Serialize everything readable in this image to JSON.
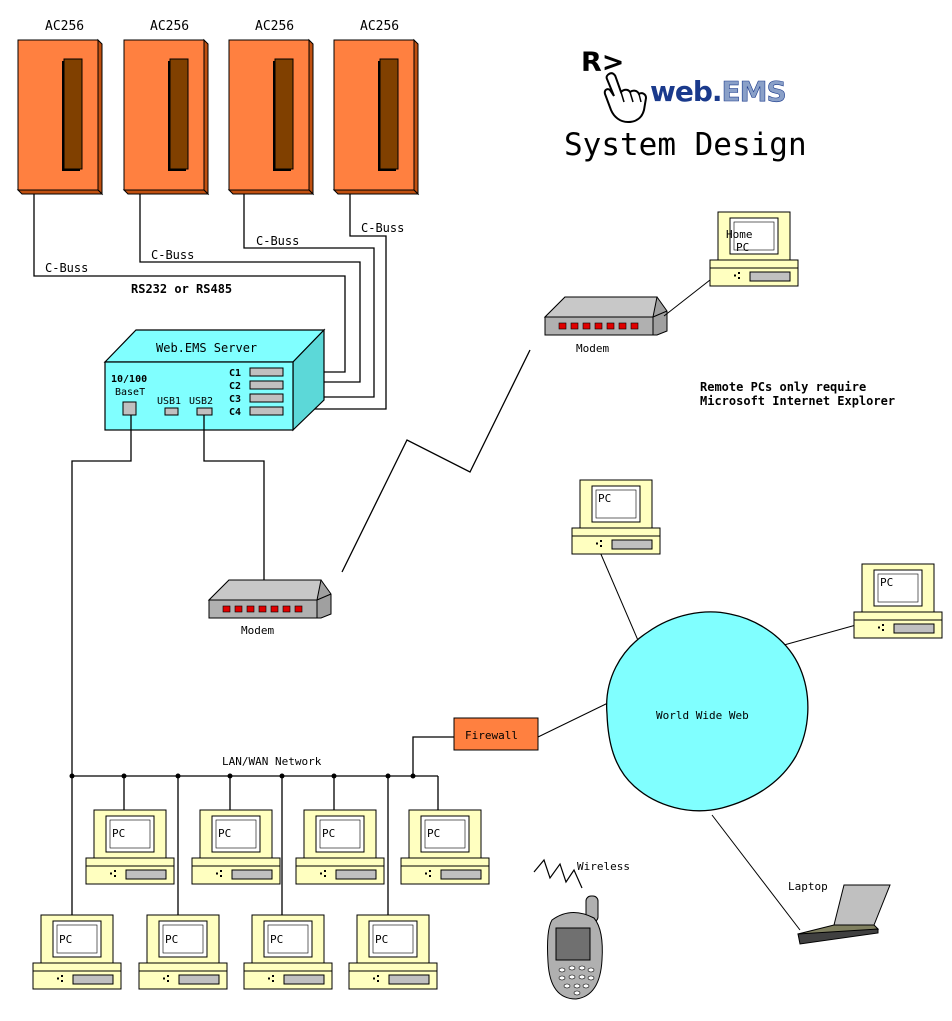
{
  "title": "System Design",
  "logo": {
    "prompt": "R>",
    "brand_a": "web.",
    "brand_b": "EMS"
  },
  "ac_units": [
    {
      "label": "AC256",
      "buss": "C-Buss"
    },
    {
      "label": "AC256",
      "buss": "C-Buss"
    },
    {
      "label": "AC256",
      "buss": "C-Buss"
    },
    {
      "label": "AC256",
      "buss": "C-Buss"
    }
  ],
  "serial_label": "RS232 or RS485",
  "server": {
    "title": "Web.EMS Server",
    "ports": [
      "C1",
      "C2",
      "C3",
      "C4"
    ],
    "usb1": "USB1",
    "usb2": "USB2",
    "eth_line1": "10/100",
    "eth_line2": "BaseT"
  },
  "modem_label": "Modem",
  "home_pc": {
    "line1": "Home",
    "line2": "PC"
  },
  "remote_note": [
    "Remote PCs only require",
    "Microsoft Internet Explorer"
  ],
  "pc_label": "PC",
  "www_label": "World Wide Web",
  "firewall_label": "Firewall",
  "lan_label": "LAN/WAN Network",
  "wireless_label": "Wireless",
  "laptop_label": "Laptop",
  "colors": {
    "orange": "#ff8040",
    "cyan": "#80ffff",
    "dark_slot": "#804000",
    "pc_cream": "#ffffc0"
  }
}
